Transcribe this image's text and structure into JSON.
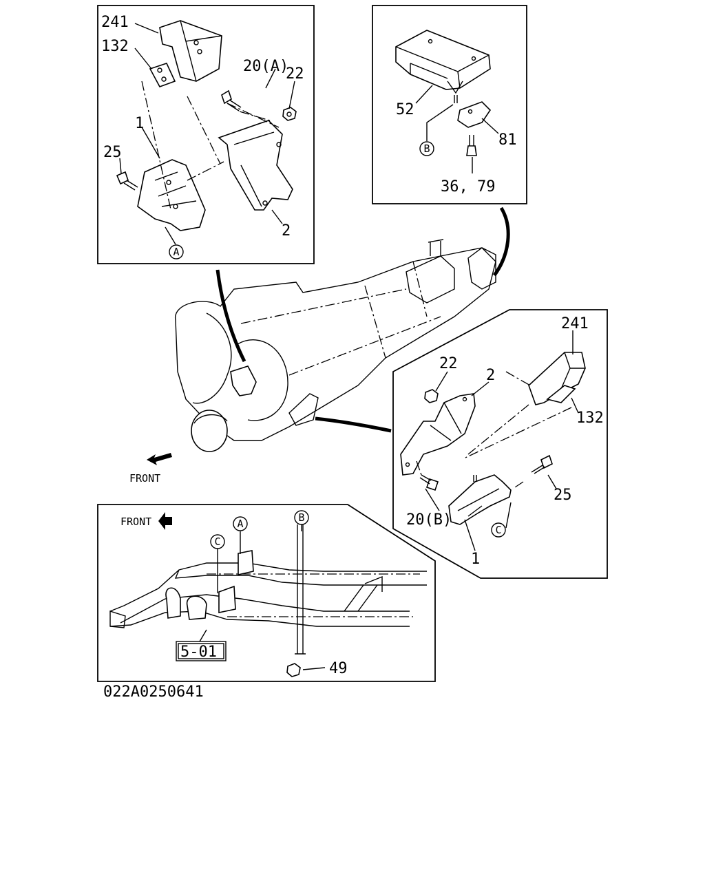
{
  "panel_top_left": {
    "labels": [
      "241",
      "132",
      "20(A)",
      "22",
      "1",
      "25",
      "2"
    ],
    "ref_circle": "A"
  },
  "panel_top_right": {
    "labels": [
      "52",
      "81",
      "36, 79"
    ],
    "ref_circle": "B"
  },
  "panel_right": {
    "labels": [
      "241",
      "22",
      "2",
      "132",
      "25",
      "20(B)",
      "1"
    ],
    "ref_circle": "C"
  },
  "main_view": {
    "front_label": "FRONT"
  },
  "panel_bottom": {
    "front_label": "FRONT",
    "ref_circles": [
      "A",
      "B",
      "C"
    ],
    "labels": [
      "49"
    ],
    "boxed_ref": "5-01"
  },
  "drawing_code": "022A0250641"
}
